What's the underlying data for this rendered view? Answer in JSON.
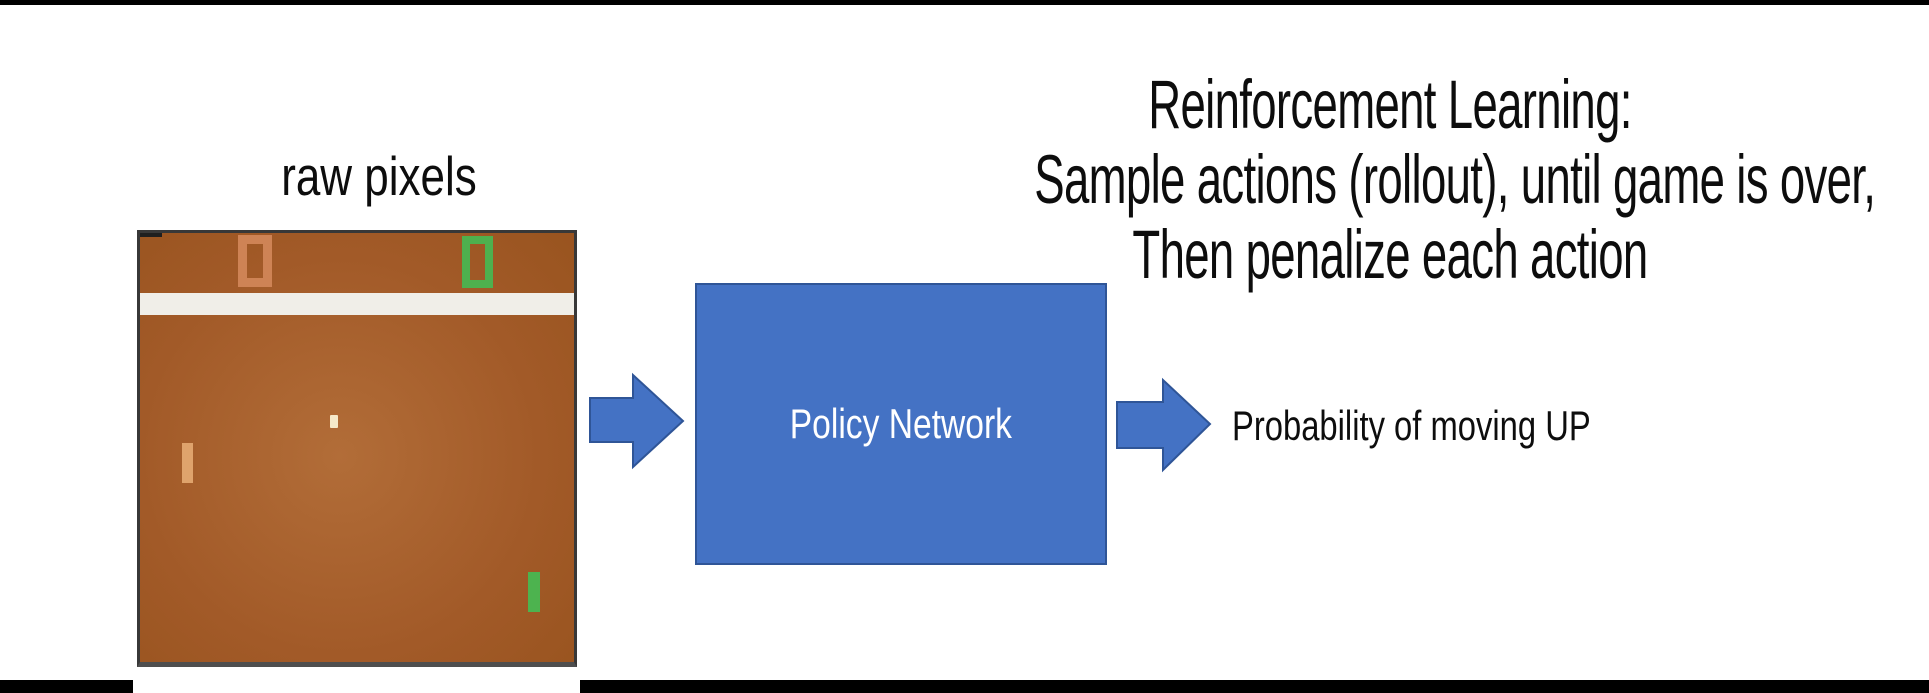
{
  "title": {
    "line1": "Reinforcement Learning:",
    "line2": "Sample actions (rollout), until game is over,",
    "line3": "Then penalize each action"
  },
  "figure": {
    "label": "raw pixels",
    "game": {
      "left_score": "0",
      "right_score": "0"
    }
  },
  "pipeline": {
    "policy_box_label": "Policy Network",
    "output_label": "Probability of moving UP"
  },
  "icons": {
    "input_arrow": "right-arrow",
    "output_arrow": "right-arrow"
  },
  "colors": {
    "accent_blue": "#4472C4",
    "accent_blue_border": "#2F5597",
    "field_brown": "#A25A28",
    "field_brown_light": "#B26D38",
    "band_white": "#F0EEE8",
    "score_orange": "#CE8355",
    "score_green": "#4EB04E",
    "paddle_tan": "#DFA36C",
    "paddle_green": "#4DB34F",
    "ball_cream": "#F6E9C9",
    "frame_border": "#383838",
    "bar_black": "#000000"
  }
}
